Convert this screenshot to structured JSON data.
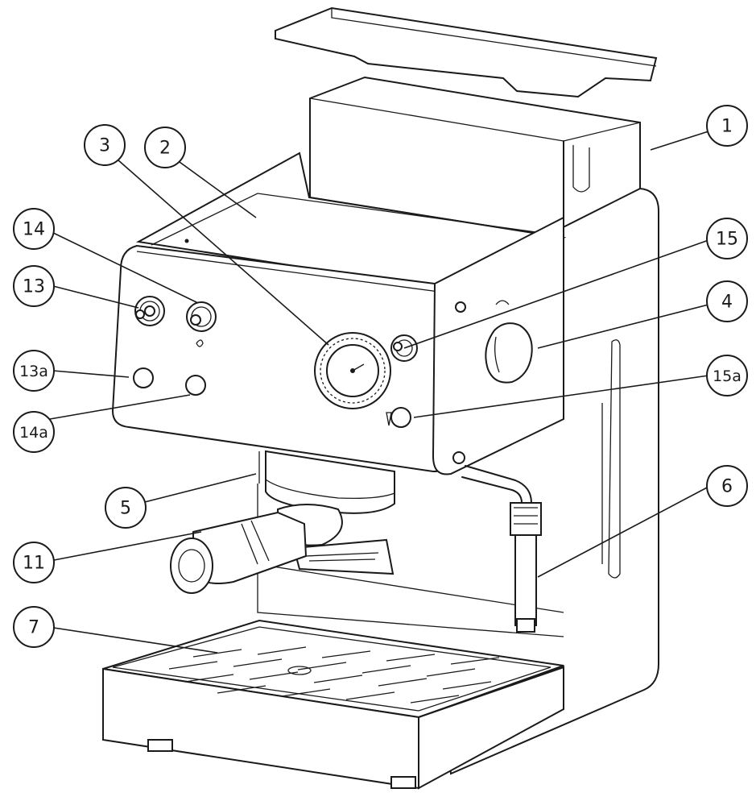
{
  "figure": {
    "type": "exploded-view drawing",
    "callouts": [
      {
        "id": "c1",
        "label": "1"
      },
      {
        "id": "c2",
        "label": "2"
      },
      {
        "id": "c3",
        "label": "3"
      },
      {
        "id": "c4",
        "label": "4"
      },
      {
        "id": "c5",
        "label": "5"
      },
      {
        "id": "c6",
        "label": "6"
      },
      {
        "id": "c7",
        "label": "7"
      },
      {
        "id": "c11",
        "label": "11"
      },
      {
        "id": "c13",
        "label": "13"
      },
      {
        "id": "c13a",
        "label": "13a"
      },
      {
        "id": "c14",
        "label": "14"
      },
      {
        "id": "c14a",
        "label": "14a"
      },
      {
        "id": "c15",
        "label": "15"
      },
      {
        "id": "c15a",
        "label": "15a"
      }
    ]
  }
}
